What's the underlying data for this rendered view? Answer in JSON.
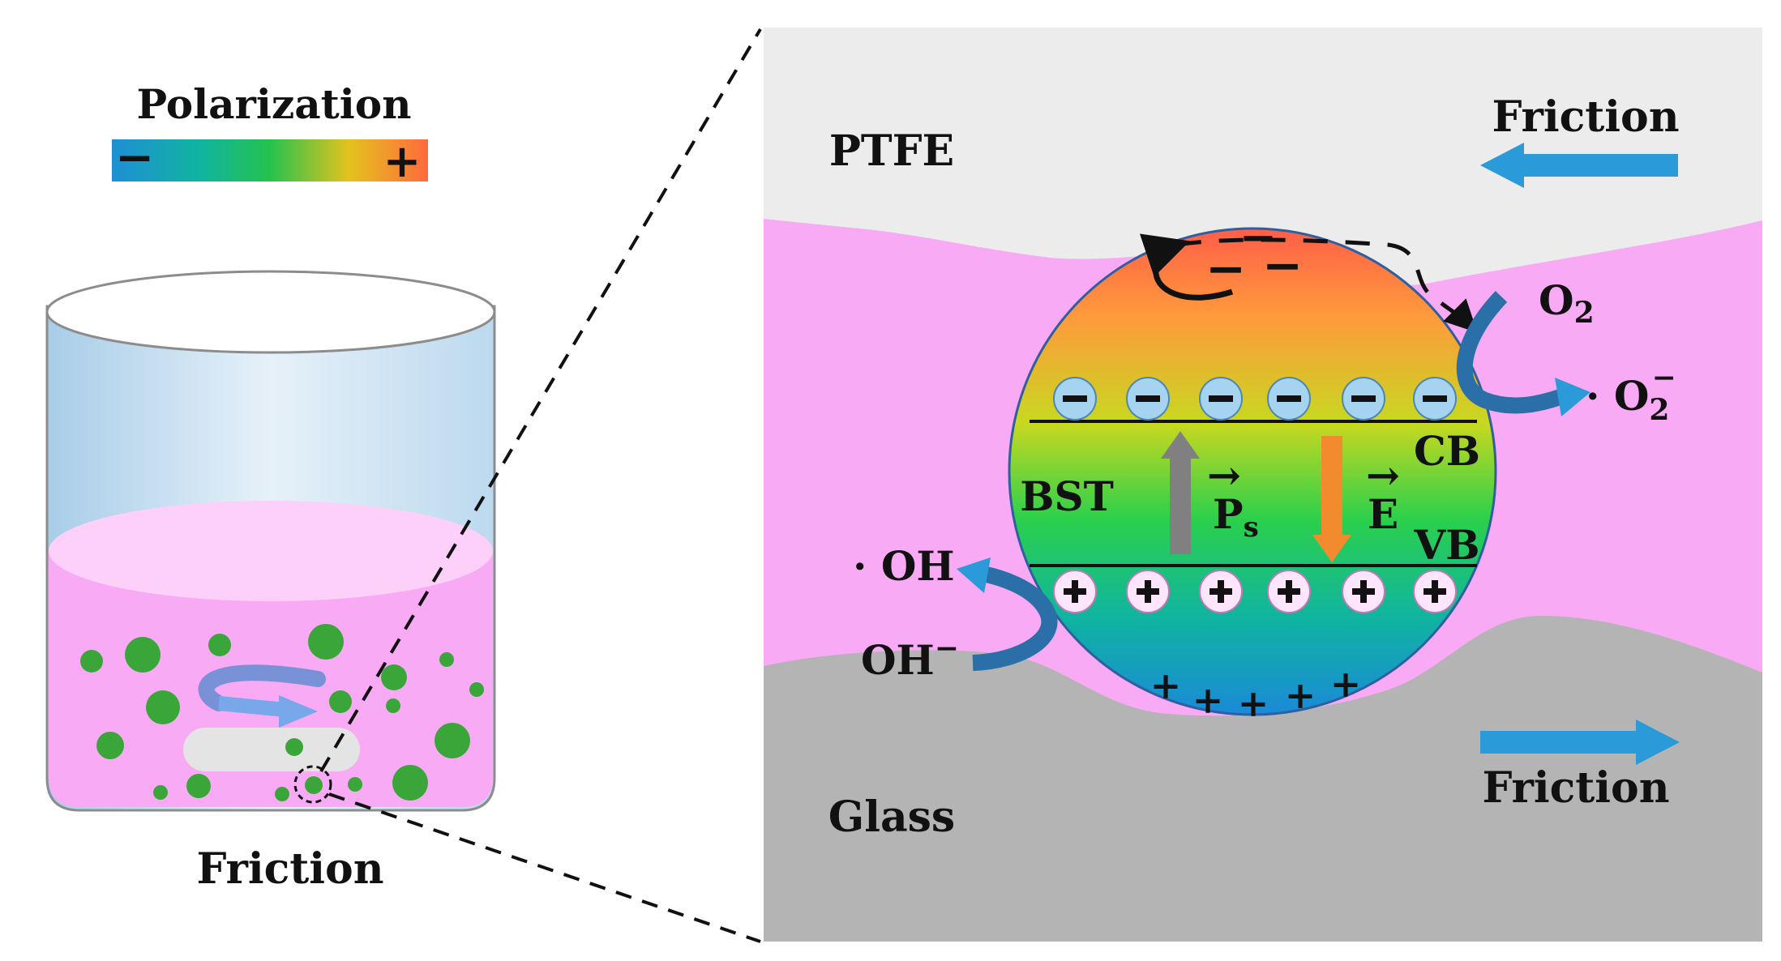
{
  "left": {
    "legend_title": "Polarization",
    "legend_minus": "−",
    "legend_plus": "+",
    "caption": "Friction"
  },
  "right": {
    "top_material": "PTFE",
    "bottom_material": "Glass",
    "top_friction": "Friction",
    "bottom_friction": "Friction",
    "particle_label": "BST",
    "cb_label": "CB",
    "vb_label": "VB",
    "ps_symbol": "P",
    "ps_subscript": "s",
    "e_symbol": "E",
    "vector_arrow": "→",
    "o2_label": "O",
    "o2_subscript": "2",
    "superoxide_label": "· O",
    "superoxide_subscript": "2",
    "superoxide_superscript": "−",
    "hydroxyl_radical_label": "· OH",
    "hydroxide_label": "OH",
    "hydroxide_superscript": "−",
    "electron_sign": "−",
    "hole_sign": "+"
  },
  "colors": {
    "pink": "#f8aaf4",
    "ptfe_gray": "#ececec",
    "glass_gray": "#b4b4b4",
    "arrow_blue": "#2a9ad8",
    "bead_green": "#3aa63a",
    "ps_arrow": "#808080",
    "e_arrow": "#f28a2e"
  }
}
